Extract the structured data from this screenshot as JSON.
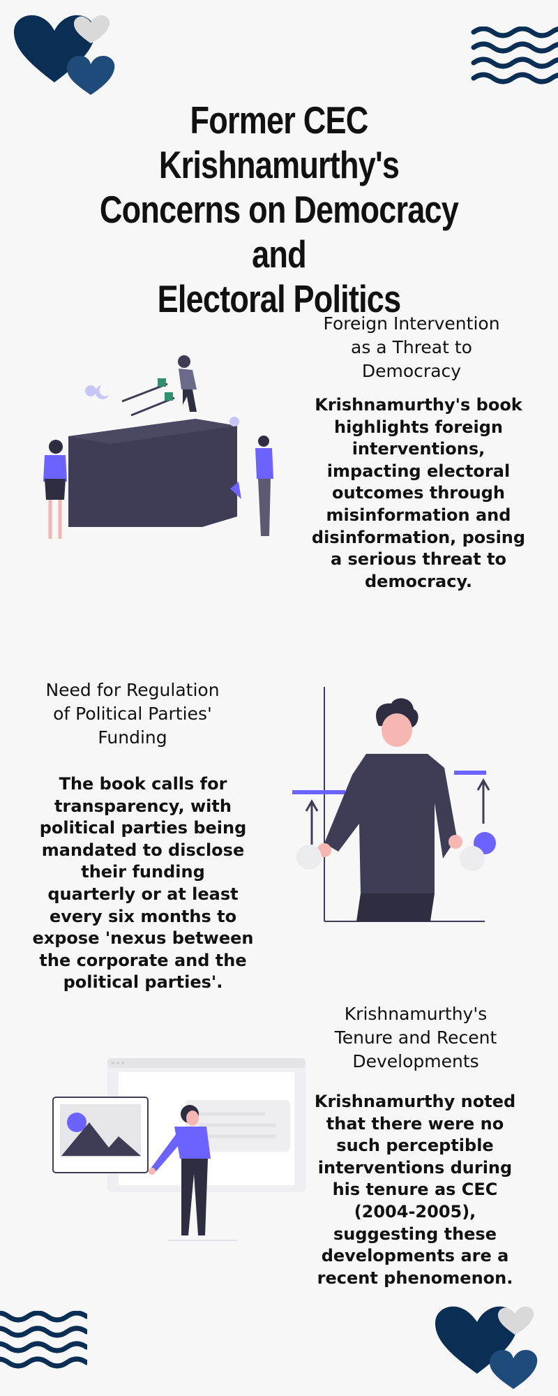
{
  "title_lines": [
    "Former CEC Krishnamurthy's",
    "Concerns on Democracy and",
    "Electoral Politics"
  ],
  "sections": [
    {
      "heading_lines": [
        "Foreign Intervention",
        "as a Threat to",
        "Democracy"
      ],
      "body_lines": [
        "Krishnamurthy's book",
        "highlights foreign",
        "interventions,",
        "impacting electoral",
        "outcomes through",
        "misinformation and",
        "disinformation, posing",
        "a serious threat to",
        "democracy."
      ]
    },
    {
      "heading_lines": [
        "Need for Regulation",
        "of Political Parties'",
        "Funding"
      ],
      "body_lines": [
        "The book calls for",
        "transparency, with",
        "political parties being",
        "mandated to disclose",
        "their funding",
        "quarterly or at least",
        "every six months to",
        "expose 'nexus between",
        "the corporate and the",
        "political parties'."
      ]
    },
    {
      "heading_lines": [
        "Krishnamurthy's",
        "Tenure and Recent",
        "Developments"
      ],
      "body_lines": [
        "Krishnamurthy noted",
        "that there were no",
        "such perceptible",
        "interventions during",
        "his tenure as CEC",
        "(2004-2005),",
        "suggesting these",
        "developments are a",
        "recent phenomenon."
      ]
    }
  ],
  "colors": {
    "navy": "#0b2e54",
    "purple": "#6c63ff",
    "dark": "#3f3d56",
    "light_gray": "#dcdcdc"
  }
}
